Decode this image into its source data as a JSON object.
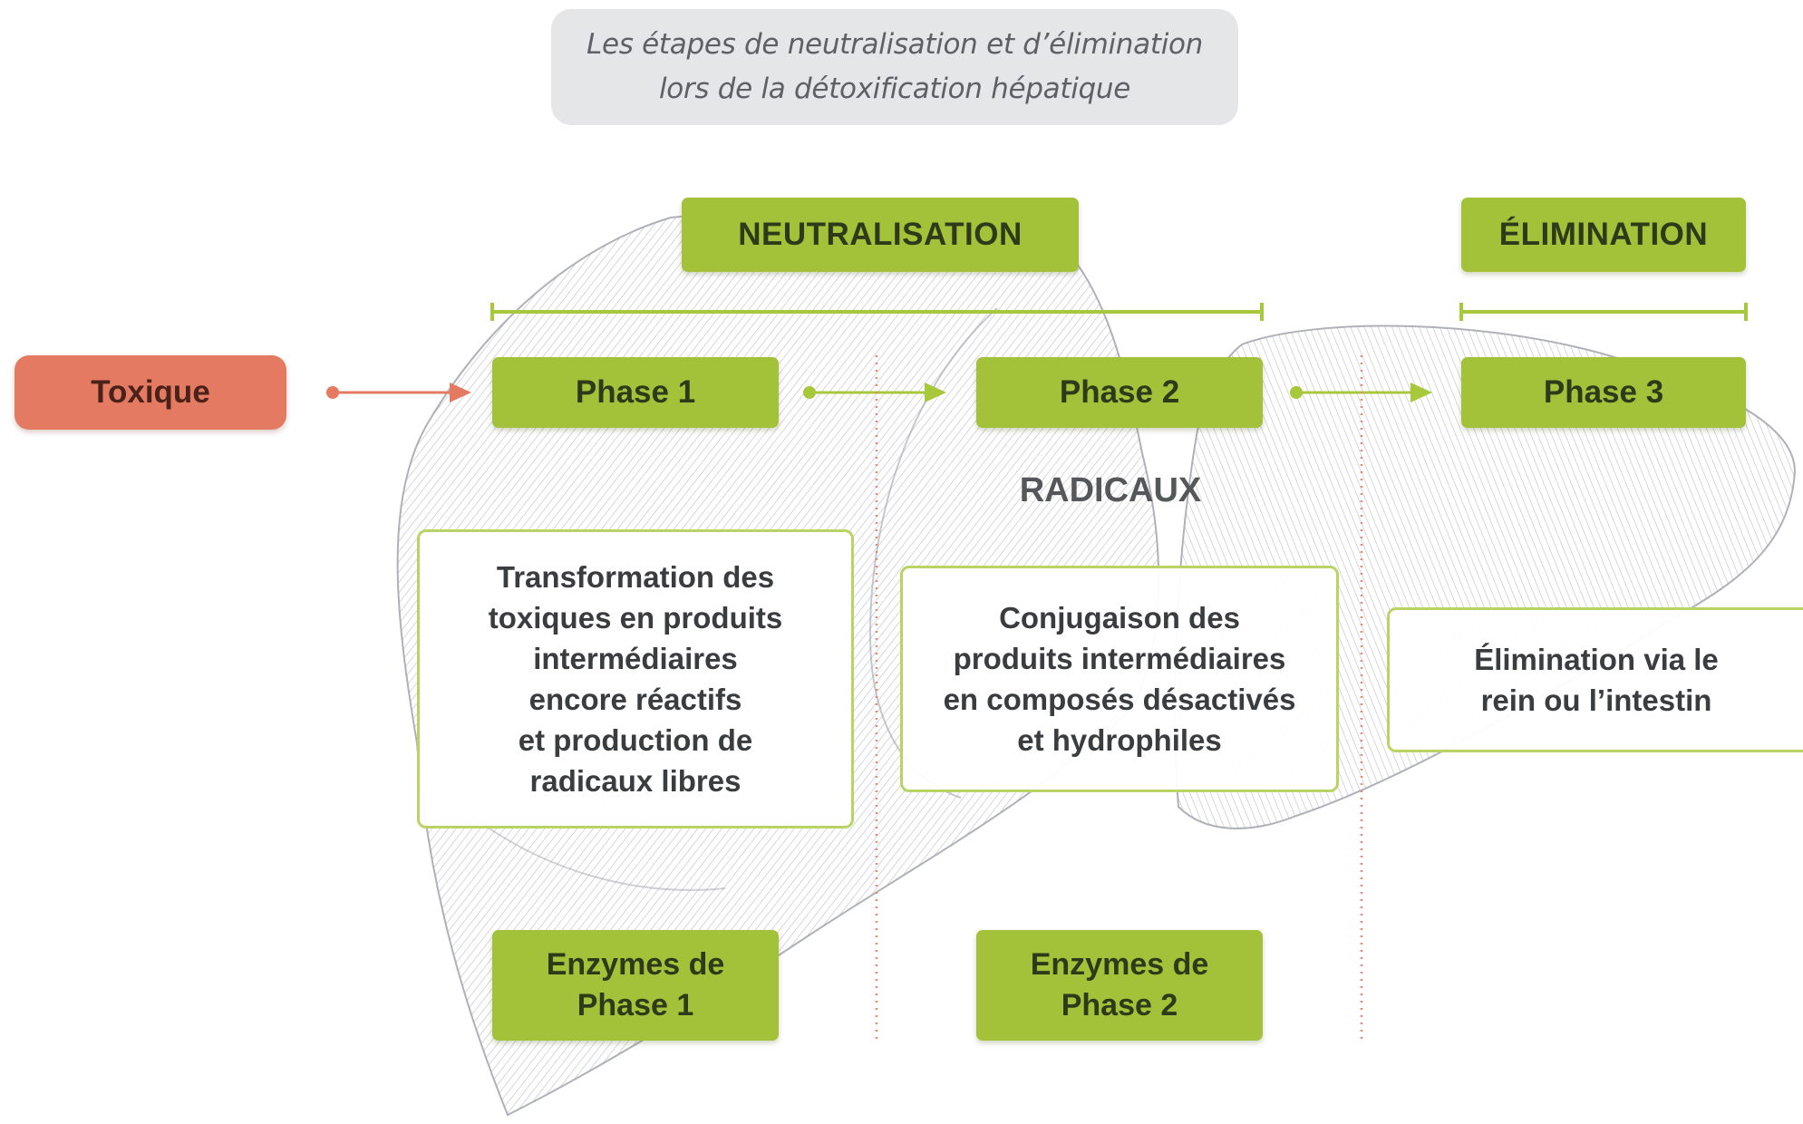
{
  "title": {
    "line1": "Les étapes de neutralisation et d’élimination",
    "line2": "lors de la détoxification hépatique"
  },
  "headers": {
    "neutralisation": "NEUTRALISATION",
    "elimination": "ÉLIMINATION"
  },
  "toxique": "Toxique",
  "phases": {
    "p1": "Phase 1",
    "p2": "Phase 2",
    "p3": "Phase 3"
  },
  "radicaux": "RADICAUX",
  "descriptions": {
    "d1": [
      "Transformation des",
      "toxiques en produits",
      "intermédiaires",
      "encore réactifs",
      "et production de",
      "radicaux libres"
    ],
    "d2": [
      "Conjugaison des",
      "produits intermédiaires",
      "en composés désactivés",
      "et hydrophiles"
    ],
    "d3": [
      "Élimination via le",
      "rein ou l’intestin"
    ]
  },
  "enzymes": {
    "e1": [
      "Enzymes de",
      "Phase 1"
    ],
    "e2": [
      "Enzymes de",
      "Phase 2"
    ]
  },
  "colors": {
    "green": "#a3c23a",
    "green_line": "#a8c83c",
    "toxique": "#e47a62",
    "dotted_divider": "#e58a70",
    "title_bg": "#e4e6e7",
    "liver_stroke": "#a2a4ac"
  }
}
